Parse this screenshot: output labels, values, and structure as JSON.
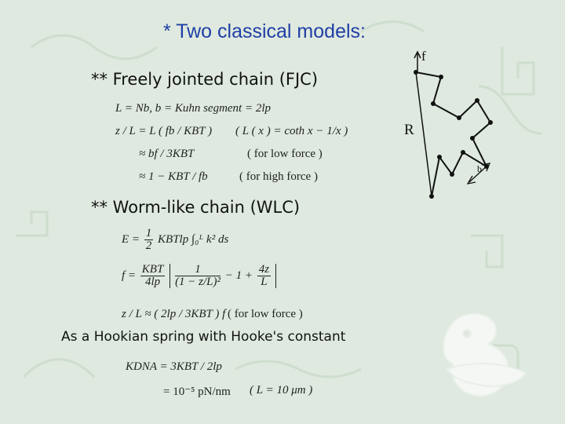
{
  "title": "* Two classical models:",
  "fjc": {
    "heading": "** Freely jointed chain (FJC)",
    "eq1": "L = Nb, b = Kuhn segment = 2lp",
    "eq2_left": "z / L = L ( fb / KBT )",
    "eq2_right": "( L ( x ) = coth x − 1/x )",
    "eq3_left": "≈ bf / 3KBT",
    "eq3_right": "( for low force )",
    "eq4_left": "≈ 1 − KBT / fb",
    "eq4_right": "( for high force )"
  },
  "diagram": {
    "force_label": "f",
    "r_label": "R",
    "b_label": "b"
  },
  "wlc": {
    "heading": "** Worm-like chain (WLC)",
    "e_prefix": "E = ",
    "e_frac_num": "1",
    "e_frac_den": "2",
    "e_rest": "KBTlp ∫₀ᴸ k² ds",
    "f_prefix": "f = ",
    "f_frac_num": "KBT",
    "f_frac_den": "4lp",
    "f_inner_num": "1",
    "f_inner_den": "(1 − z/L)²",
    "f_mid": "− 1 +",
    "f_last_num": "4z",
    "f_last_den": "L",
    "low_left": "z / L ≈ ( 2lp / 3KBT ) f",
    "low_right": "( for low force )"
  },
  "hooke": {
    "note": "As a Hookian spring with Hooke's constant",
    "k1": "KDNA = 3KBT / 2lp",
    "k2": "= 10⁻⁵ pN/nm",
    "k2_right": "( L = 10 μm )"
  }
}
